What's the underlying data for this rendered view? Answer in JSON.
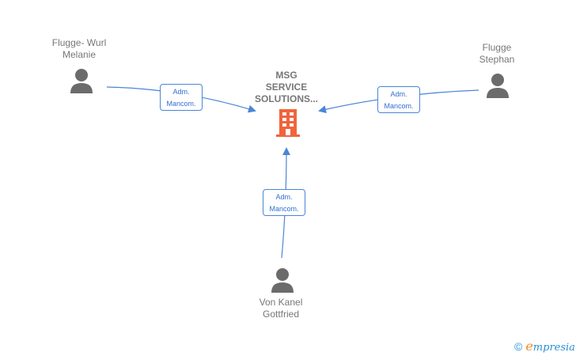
{
  "company": {
    "name_lines": [
      "MSG",
      "SERVICE",
      "SOLUTIONS..."
    ],
    "icon": "building-icon",
    "color": "#f0643c"
  },
  "persons": [
    {
      "id": "flugge-wurl-melanie",
      "lines": [
        "Flugge- Wurl",
        "Melanie"
      ],
      "icon": "person-icon"
    },
    {
      "id": "flugge-stephan",
      "lines": [
        "Flugge",
        "Stephan"
      ],
      "icon": "person-icon"
    },
    {
      "id": "von-kanel-gottfried",
      "lines": [
        "Von Kanel",
        "Gottfried"
      ],
      "icon": "person-icon"
    }
  ],
  "roles": [
    {
      "person": "flugge-wurl-melanie",
      "lines": [
        "Adm.",
        "Mancom."
      ]
    },
    {
      "person": "flugge-stephan",
      "lines": [
        "Adm.",
        "Mancom."
      ]
    },
    {
      "person": "von-kanel-gottfried",
      "lines": [
        "Adm.",
        "Mancom."
      ]
    }
  ],
  "colors": {
    "edge": "#4a86d8",
    "person": "#6b6b6b",
    "label": "#777777"
  },
  "footer": {
    "copyright_symbol": "©",
    "brand_initial": "e",
    "brand_rest": "mpresia"
  }
}
